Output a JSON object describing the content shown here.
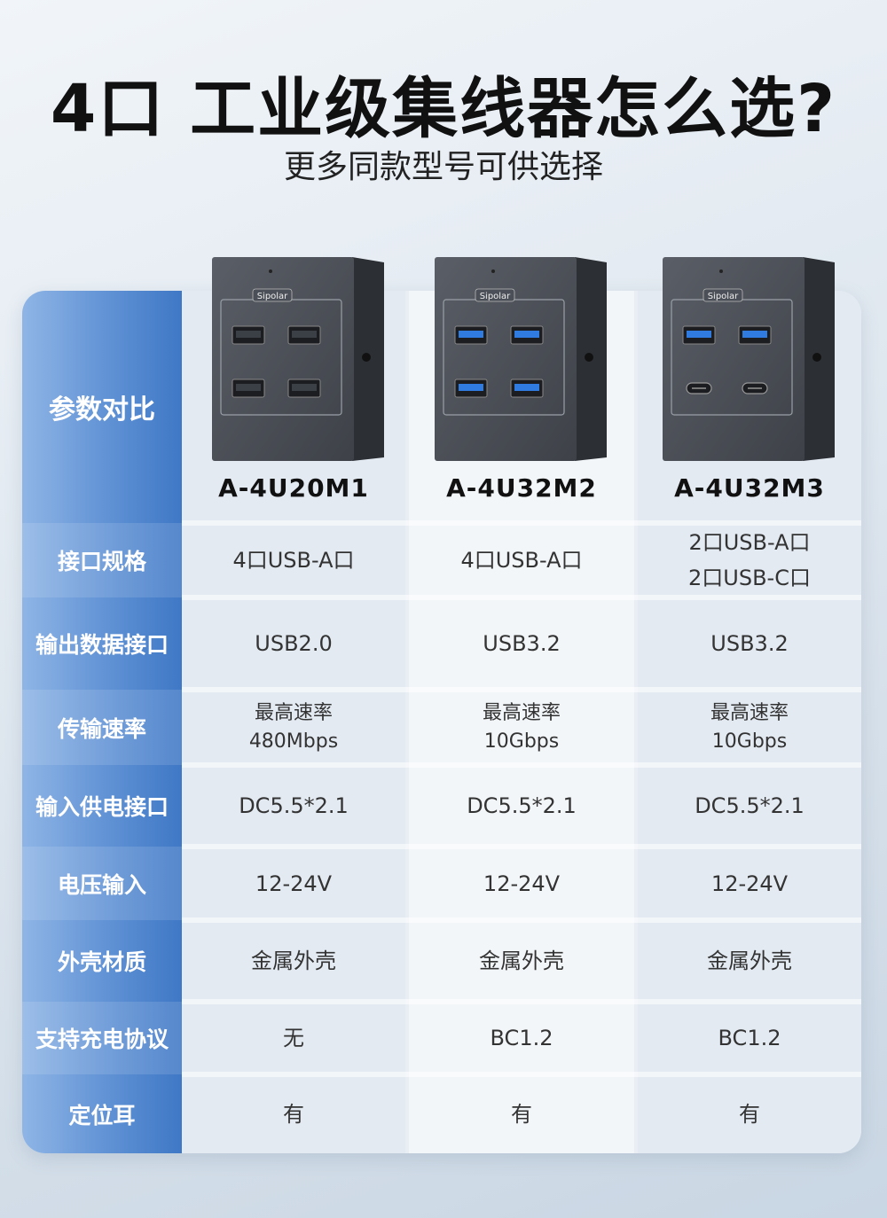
{
  "header": {
    "title": "4口 工业级集线器怎么选?",
    "subtitle": "更多同款型号可供选择"
  },
  "table": {
    "corner_label": "参数对比",
    "brand": "Sipolar",
    "products": [
      {
        "model": "A-4U20M1",
        "ports": [
          "usb-a",
          "usb-a",
          "usb-a",
          "usb-a"
        ],
        "port_color": "#3b3f46"
      },
      {
        "model": "A-4U32M2",
        "ports": [
          "usb-a",
          "usb-a",
          "usb-a",
          "usb-a"
        ],
        "port_color": "#2f7be0"
      },
      {
        "model": "A-4U32M3",
        "ports": [
          "usb-a",
          "usb-a",
          "usb-c",
          "usb-c"
        ],
        "port_color": "#2f7be0"
      }
    ],
    "rows": [
      {
        "label": "接口规格",
        "values": [
          [
            "4口USB-A口"
          ],
          [
            "4口USB-A口"
          ],
          [
            "2口USB-A口",
            "2口USB-C口"
          ]
        ]
      },
      {
        "label": "输出数据接口",
        "values": [
          [
            "USB2.0"
          ],
          [
            "USB3.2"
          ],
          [
            "USB3.2"
          ]
        ]
      },
      {
        "label": "传输速率",
        "values": [
          [
            "最高速率",
            "480Mbps"
          ],
          [
            "最高速率",
            "10Gbps"
          ],
          [
            "最高速率",
            "10Gbps"
          ]
        ]
      },
      {
        "label": "输入供电接口",
        "values": [
          [
            "DC5.5*2.1"
          ],
          [
            "DC5.5*2.1"
          ],
          [
            "DC5.5*2.1"
          ]
        ]
      },
      {
        "label": "电压输入",
        "values": [
          [
            "12-24V"
          ],
          [
            "12-24V"
          ],
          [
            "12-24V"
          ]
        ]
      },
      {
        "label": "外壳材质",
        "values": [
          [
            "金属外壳"
          ],
          [
            "金属外壳"
          ],
          [
            "金属外壳"
          ]
        ]
      },
      {
        "label": "支持充电协议",
        "values": [
          [
            "无"
          ],
          [
            "BC1.2"
          ],
          [
            "BC1.2"
          ]
        ]
      },
      {
        "label": "定位耳",
        "values": [
          [
            "有"
          ],
          [
            "有"
          ],
          [
            "有"
          ]
        ]
      }
    ]
  },
  "colors": {
    "accent_blue": "#3f78c6",
    "light_blue": "#8fb5e6",
    "housing": "#4b4f57"
  }
}
